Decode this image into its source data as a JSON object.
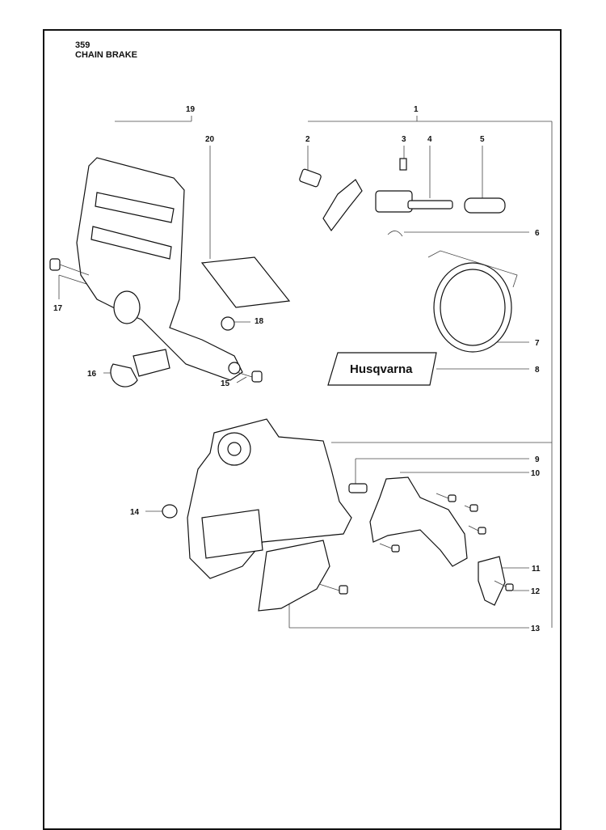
{
  "header": {
    "model": "359",
    "title": "CHAIN BRAKE"
  },
  "brand": {
    "name": "Husqvarna"
  },
  "callouts": [
    "1",
    "2",
    "3",
    "4",
    "5",
    "6",
    "7",
    "8",
    "9",
    "10",
    "11",
    "12",
    "13",
    "14",
    "15",
    "16",
    "17",
    "18",
    "19",
    "20"
  ]
}
